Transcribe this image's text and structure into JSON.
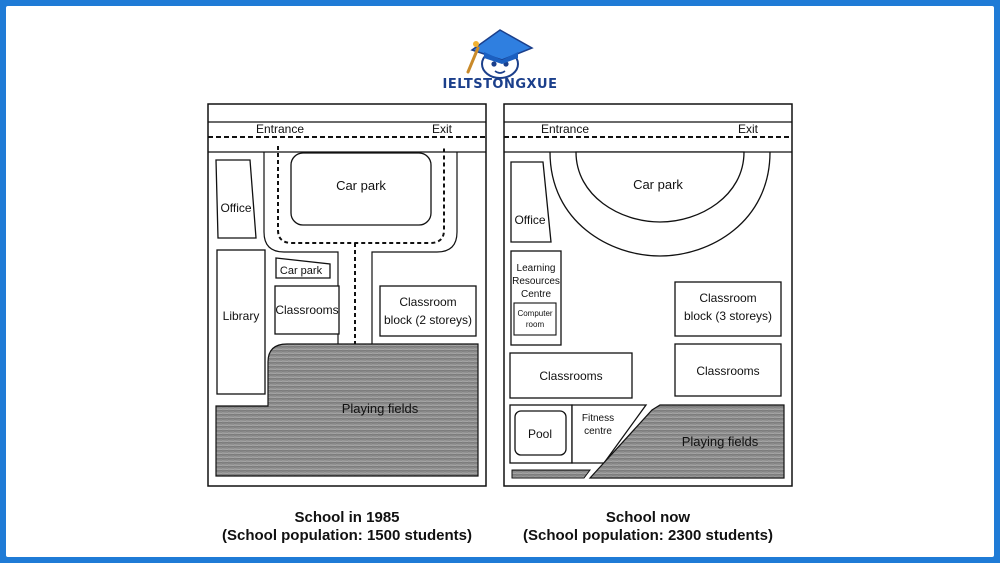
{
  "brand": {
    "name": "IELTSTONGXUE",
    "primary_color": "#1f7bd6",
    "text_color": "#1b3f8b"
  },
  "map_1985": {
    "entrance": "Entrance",
    "exit": "Exit",
    "office": "Office",
    "car_park_main": "Car park",
    "car_park_small": "Car park",
    "library": "Library",
    "classrooms": "Classrooms",
    "classroom_block_line1": "Classroom",
    "classroom_block_line2": "block (2 storeys)",
    "playing_fields": "Playing fields",
    "caption_title": "School in 1985",
    "caption_sub": "(School population: 1500 students)"
  },
  "map_now": {
    "entrance": "Entrance",
    "exit": "Exit",
    "office": "Office",
    "car_park": "Car park",
    "lrc_line1": "Learning",
    "lrc_line2": "Resources",
    "lrc_line3": "Centre",
    "computer_line1": "Computer",
    "computer_line2": "room",
    "classroom_block_line1": "Classroom",
    "classroom_block_line2": "block (3 storeys)",
    "classrooms_left": "Classrooms",
    "classrooms_right": "Classrooms",
    "pool": "Pool",
    "fitness_line1": "Fitness",
    "fitness_line2": "centre",
    "playing_fields": "Playing fields",
    "caption_title": "School now",
    "caption_sub": "(School population: 2300 students)"
  }
}
